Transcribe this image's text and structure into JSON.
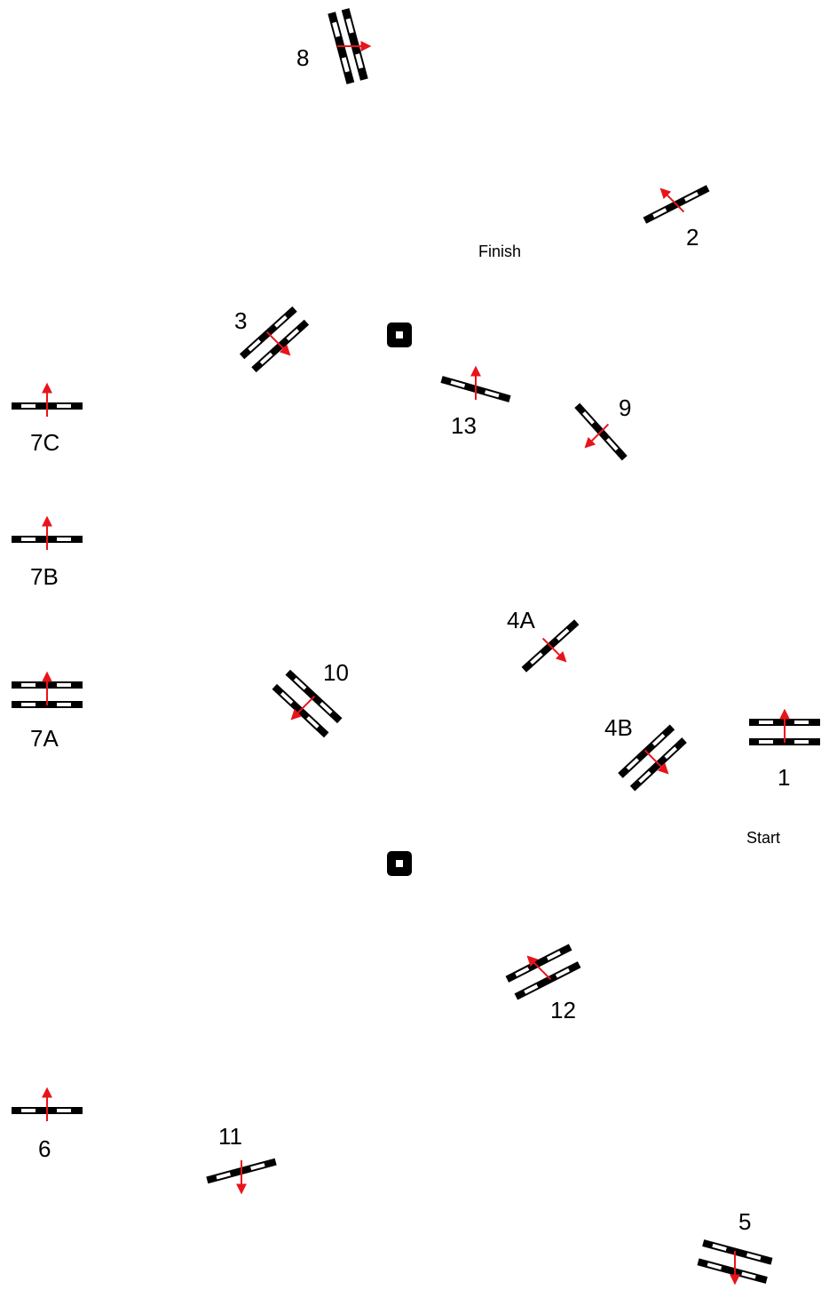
{
  "labels": {
    "finish": "Finish",
    "start": "Start"
  },
  "colors": {
    "pole": "#000000",
    "pole_stripe": "#ffffff",
    "arrow": "#e8141a",
    "background": "#ffffff"
  },
  "obstacles": [
    {
      "id": "o8",
      "label": "8",
      "poles": 2,
      "direction": "right"
    },
    {
      "id": "o2",
      "label": "2",
      "poles": 1,
      "direction": "up-left"
    },
    {
      "id": "o3",
      "label": "3",
      "poles": 2,
      "direction": "down-right"
    },
    {
      "id": "o13",
      "label": "13",
      "poles": 1,
      "direction": "up"
    },
    {
      "id": "o9",
      "label": "9",
      "poles": 1,
      "direction": "down-left"
    },
    {
      "id": "o7c",
      "label": "7C",
      "poles": 1,
      "direction": "up"
    },
    {
      "id": "o7b",
      "label": "7B",
      "poles": 1,
      "direction": "up"
    },
    {
      "id": "o7a",
      "label": "7A",
      "poles": 2,
      "direction": "up"
    },
    {
      "id": "o4a",
      "label": "4A",
      "poles": 1,
      "direction": "down-right"
    },
    {
      "id": "o10",
      "label": "10",
      "poles": 2,
      "direction": "down-left"
    },
    {
      "id": "o4b",
      "label": "4B",
      "poles": 2,
      "direction": "down-right"
    },
    {
      "id": "o1",
      "label": "1",
      "poles": 2,
      "direction": "up"
    },
    {
      "id": "o12",
      "label": "12",
      "poles": 2,
      "direction": "up-left"
    },
    {
      "id": "o6",
      "label": "6",
      "poles": 1,
      "direction": "up"
    },
    {
      "id": "o11",
      "label": "11",
      "poles": 1,
      "direction": "down"
    },
    {
      "id": "o5",
      "label": "5",
      "poles": 2,
      "direction": "down"
    }
  ],
  "markers": [
    {
      "id": "m-top",
      "icon": "square-post-icon"
    },
    {
      "id": "m-bottom",
      "icon": "square-post-icon"
    }
  ]
}
